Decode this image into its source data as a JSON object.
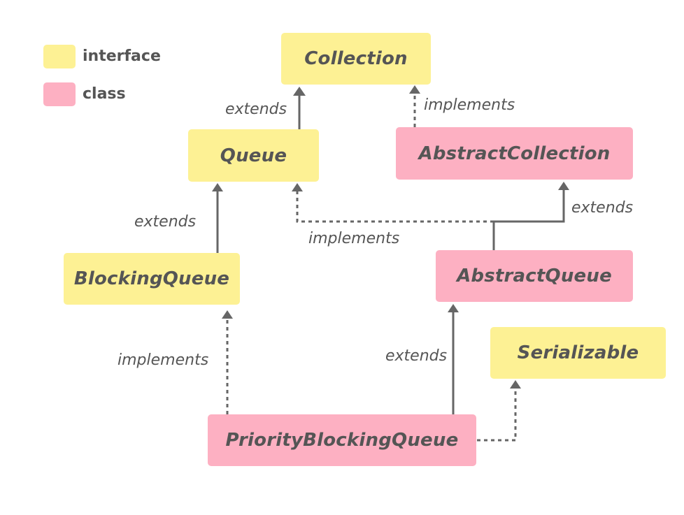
{
  "colors": {
    "interface": "#fdf194",
    "class": "#fdb0c2",
    "line": "#666666",
    "text": "#555555"
  },
  "legend": {
    "interface_label": "interface",
    "class_label": "class"
  },
  "nodes": {
    "collection": {
      "label": "Collection",
      "kind": "interface"
    },
    "queue": {
      "label": "Queue",
      "kind": "interface"
    },
    "abstract_collection": {
      "label": "AbstractCollection",
      "kind": "class"
    },
    "blocking_queue": {
      "label": "BlockingQueue",
      "kind": "interface"
    },
    "abstract_queue": {
      "label": "AbstractQueue",
      "kind": "class"
    },
    "serializable": {
      "label": "Serializable",
      "kind": "interface"
    },
    "priority_blocking_queue": {
      "label": "PriorityBlockingQueue",
      "kind": "class"
    }
  },
  "edges": {
    "queue_to_collection": {
      "label": "extends",
      "style": "solid"
    },
    "abstract_collection_to_collection": {
      "label": "implements",
      "style": "dashed"
    },
    "blocking_queue_to_queue": {
      "label": "extends",
      "style": "solid"
    },
    "abstract_queue_to_abstract_collection": {
      "label": "extends",
      "style": "solid"
    },
    "abstract_queue_to_queue": {
      "label": "implements",
      "style": "dashed"
    },
    "priority_blocking_queue_to_blocking_queue": {
      "label": "implements",
      "style": "dashed"
    },
    "priority_blocking_queue_to_abstract_queue": {
      "label": "extends",
      "style": "solid"
    },
    "priority_blocking_queue_to_serializable": {
      "label": "",
      "style": "dashed"
    }
  }
}
